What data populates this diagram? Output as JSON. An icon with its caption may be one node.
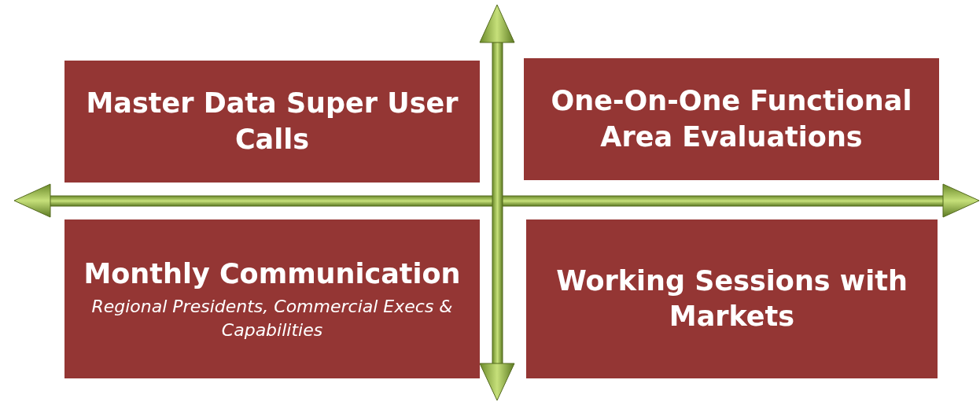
{
  "diagram": {
    "nodes": [
      {
        "text": [
          "Master Data Super User Calls"
        ]
      },
      {
        "text": [
          "One-On-One Functional Area Evaluations"
        ]
      },
      {
        "text": [
          "Monthly Communication",
          "Regional Presidents, Commercial Execs & Capabilities"
        ]
      },
      {
        "text": [
          "Working Sessions with Markets"
        ]
      }
    ]
  }
}
